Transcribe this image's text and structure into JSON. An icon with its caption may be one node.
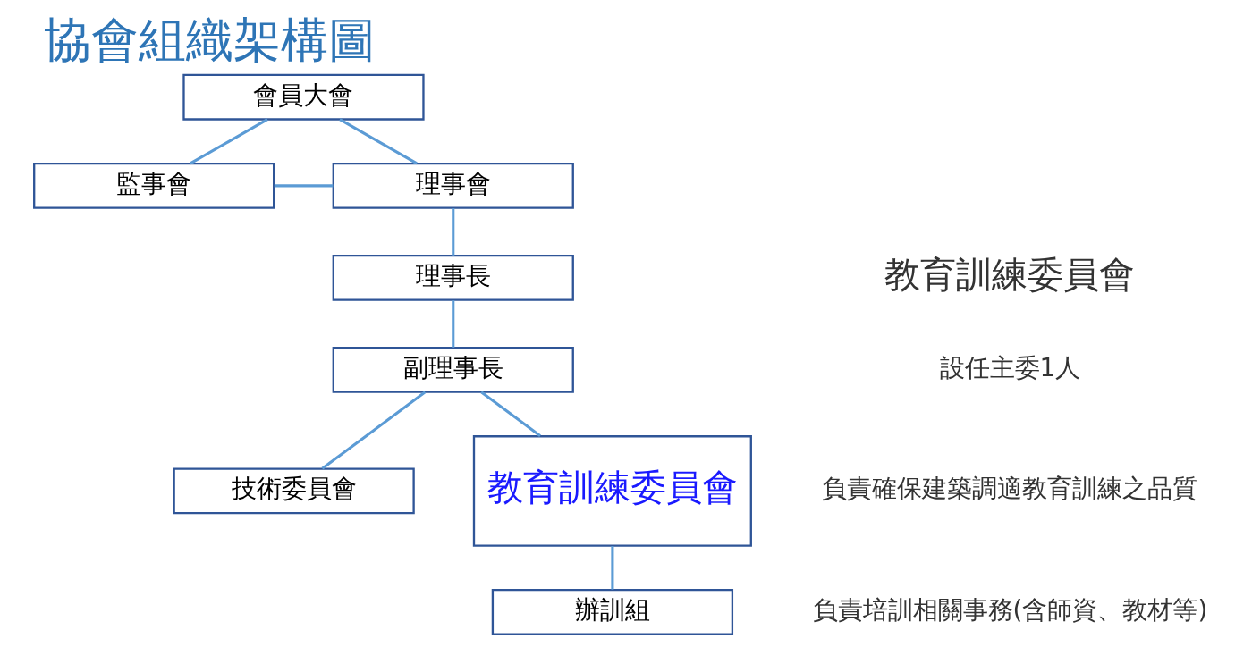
{
  "diagram": {
    "title": "協會組織架構圖",
    "nodes": [
      {
        "text": [
          "會員大會"
        ]
      },
      {
        "text": [
          "監事會"
        ]
      },
      {
        "text": [
          "理事會"
        ]
      },
      {
        "text": [
          "理事長"
        ]
      },
      {
        "text": [
          "副理事長"
        ]
      },
      {
        "text": [
          "技術委員會"
        ]
      },
      {
        "text": [
          "教育訓練委員會"
        ]
      },
      {
        "text": [
          "辦訓組"
        ]
      }
    ],
    "edges": [
      {
        "from": 0,
        "to": 1,
        "arrow": "none"
      },
      {
        "from": 0,
        "to": 2,
        "arrow": "none"
      },
      {
        "from": 1,
        "to": 2,
        "arrow": "none"
      },
      {
        "from": 2,
        "to": 3,
        "arrow": "none"
      },
      {
        "from": 3,
        "to": 4,
        "arrow": "none"
      },
      {
        "from": 4,
        "to": 5,
        "arrow": "none"
      },
      {
        "from": 4,
        "to": 6,
        "arrow": "none"
      },
      {
        "from": 6,
        "to": 7,
        "arrow": "none"
      }
    ],
    "labels": [
      "教育訓練委員會",
      "設任主委1人",
      "負責確保建築調適教育訓練之品質",
      "負責培訓相關事務(含師資、教材等)"
    ]
  }
}
